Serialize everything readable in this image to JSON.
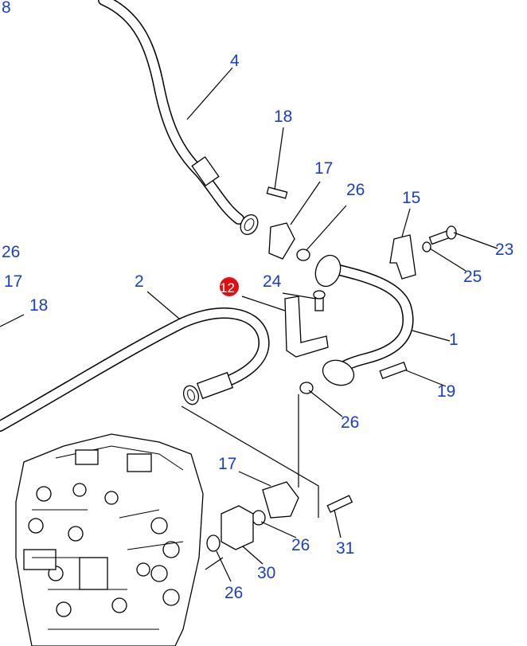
{
  "callouts": {
    "c8": "8",
    "c4": "4",
    "c18a": "18",
    "c17a": "17",
    "c26a": "26",
    "c15": "15",
    "c23": "23",
    "c25": "25",
    "c26left": "26",
    "c17left": "17",
    "c18left": "18",
    "c2": "2",
    "c12": "12",
    "c24": "24",
    "c1": "1",
    "c19": "19",
    "c26b": "26",
    "c17b": "17",
    "c26c": "26",
    "c31": "31",
    "c30": "30",
    "c26d": "26"
  },
  "colors": {
    "callout": "#1a3fc4",
    "marker": "#e01010",
    "line": "#000000"
  }
}
